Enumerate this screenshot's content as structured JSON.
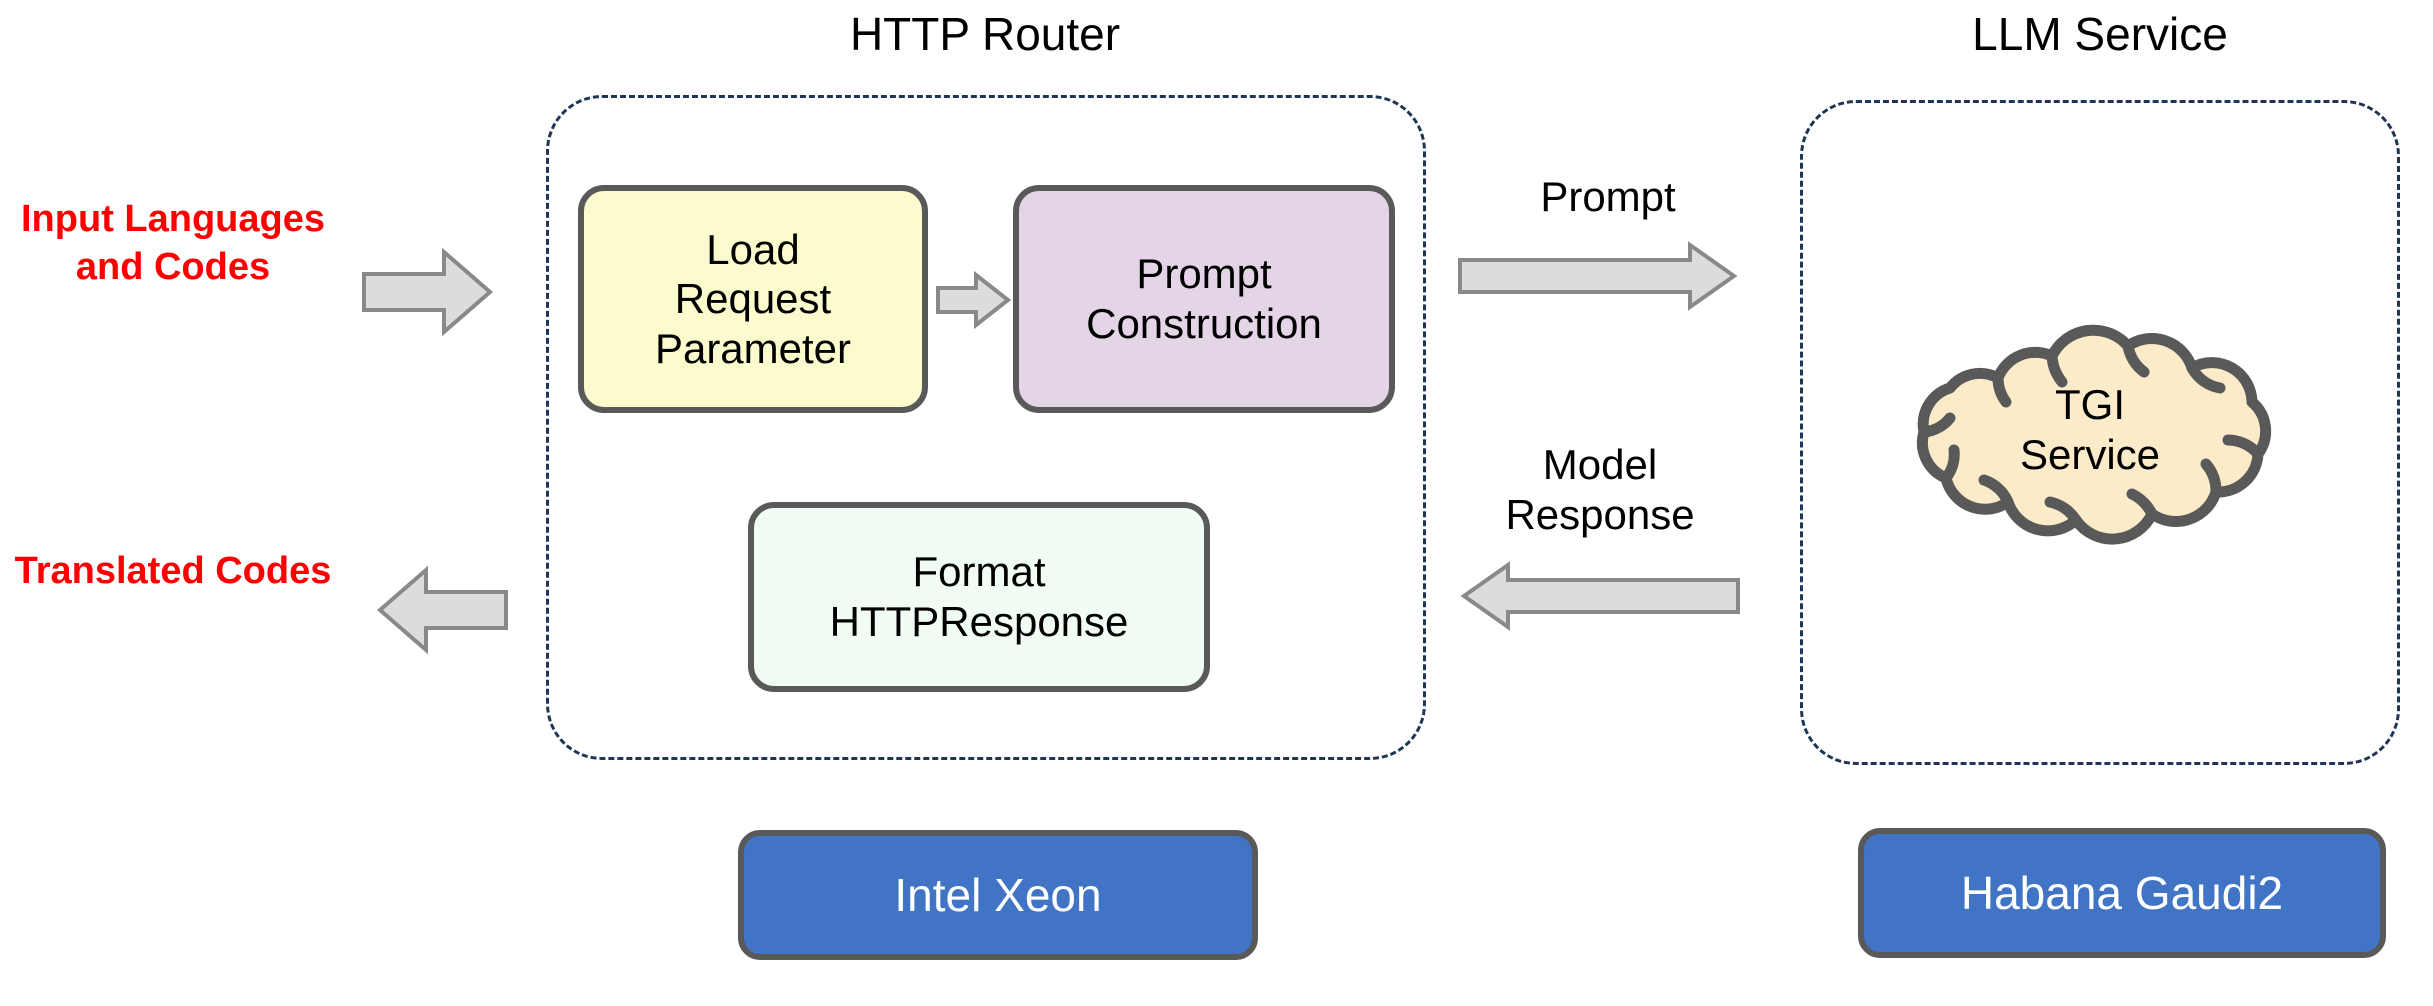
{
  "diagram": {
    "title": "HTTP Router and LLM Service code translation flow",
    "colors": {
      "dashed_border": "#1F3556",
      "box_border": "#595959",
      "yellow_fill": "#FCFBCE",
      "purple_fill": "#E3D5E6",
      "mint_fill": "#F1FCF4",
      "cloud_fill": "#FCEBC9",
      "hardware_fill": "#4274C6",
      "arrow_fill": "#DCDCDC",
      "arrow_stroke": "#898989",
      "endpoint_text": "#FF0000",
      "background": "#FFFFFF"
    }
  },
  "groups": {
    "http_router": {
      "title": "HTTP Router"
    },
    "llm_service": {
      "title": "LLM Service"
    }
  },
  "endpoints": {
    "input": {
      "label": "Input\nLanguages\nand Codes"
    },
    "output": {
      "label": "Translated\nCodes"
    }
  },
  "nodes": {
    "load_request_parameter": {
      "label": "Load\nRequest\nParameter"
    },
    "prompt_construction": {
      "label": "Prompt\nConstruction"
    },
    "format_http_response": {
      "label": "Format\nHTTPResponse"
    },
    "tgi_service": {
      "label": "TGI\nService"
    }
  },
  "hardware": {
    "router_platform": {
      "label": "Intel Xeon"
    },
    "llm_platform": {
      "label": "Habana Gaudi2"
    }
  },
  "flows": {
    "prompt": {
      "label": "Prompt"
    },
    "model_response": {
      "label": "Model\nResponse"
    }
  }
}
